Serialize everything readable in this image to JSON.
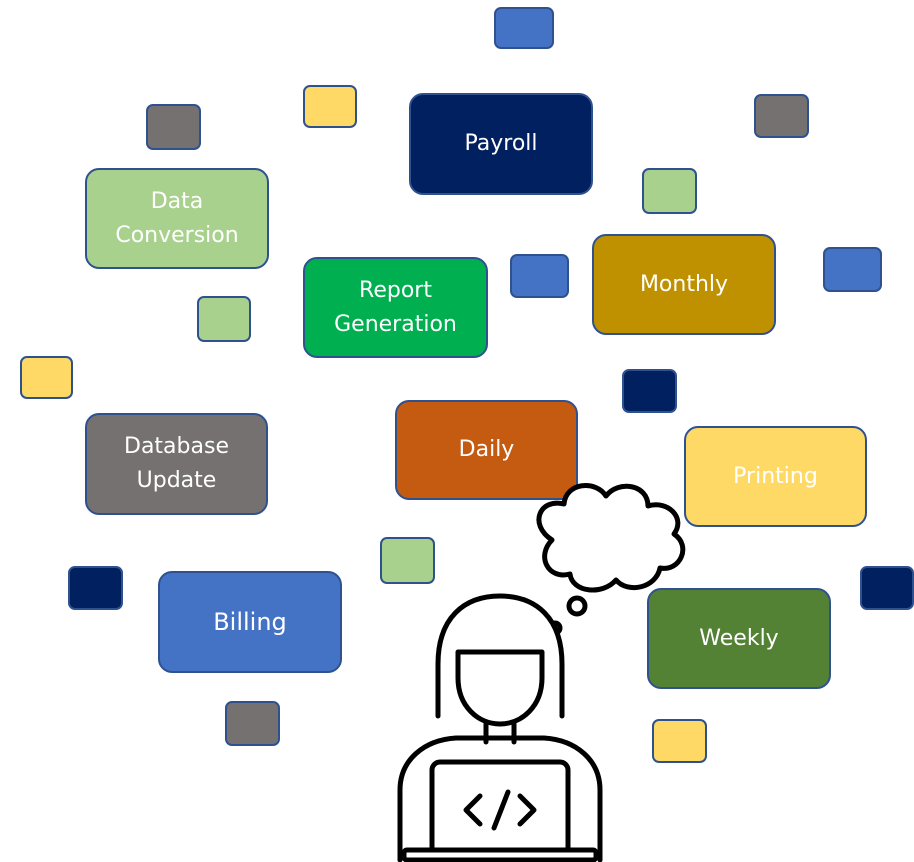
{
  "colors": {
    "navy": "#002060",
    "blue": "#4472c4",
    "gray": "#767171",
    "light_green": "#a9d18e",
    "yellow": "#ffd966",
    "green": "#00b050",
    "gold": "#bf9000",
    "orange": "#c55a11",
    "dark_green": "#548235",
    "border": "#2f528f"
  },
  "labels": {
    "payroll": "Payroll",
    "data_conversion": "Data\nConversion",
    "report_generation": "Report\nGeneration",
    "monthly": "Monthly",
    "database_update": "Database\nUpdate",
    "daily": "Daily",
    "printing": "Printing",
    "billing": "Billing",
    "weekly": "Weekly"
  },
  "icons": {
    "person": "programmer-at-laptop-icon",
    "thought": "thought-bubble-icon",
    "code": "code-brackets-icon"
  }
}
